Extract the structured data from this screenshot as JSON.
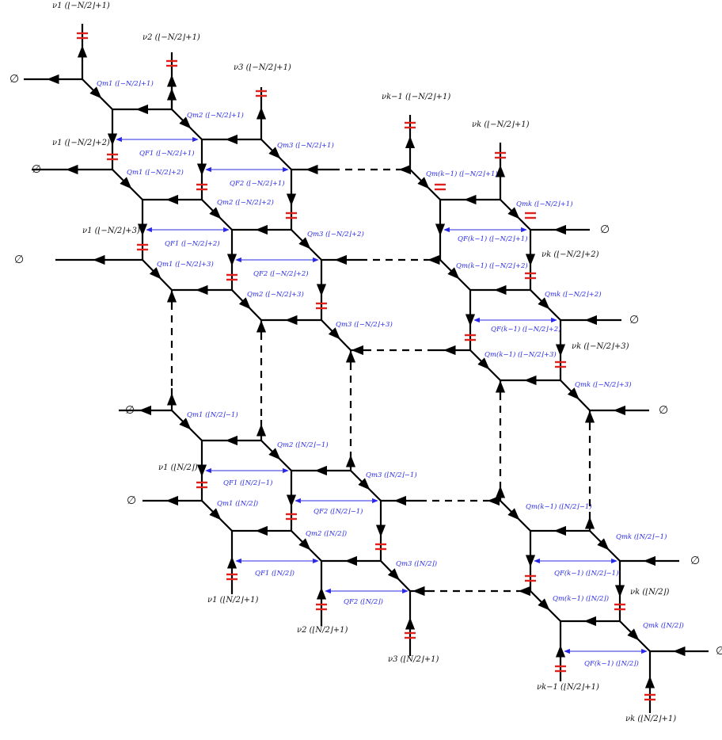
{
  "empty_symbol": "∅",
  "labels": {
    "nu": [
      "ν1 (⌊−N/2⌋+1)",
      "ν2 (⌊−N/2⌋+1)",
      "ν3 (⌊−N/2⌋+1)",
      "νk−1 (⌊−N/2⌋+1)",
      "νk (⌊−N/2⌋+1)",
      "ν1 (⌊−N/2⌋+2)",
      "ν1 (⌊−N/2⌋+3)",
      "νk (⌊−N/2⌋+2)",
      "νk (⌊−N/2⌋+3)",
      "ν1 (⌊N/2⌋)",
      "ν1 (⌊N/2⌋+1)",
      "ν2 (⌊N/2⌋+1)",
      "ν3 (⌊N/2⌋+1)",
      "νk−1 (⌊N/2⌋+1)",
      "νk (⌊N/2⌋)",
      "νk (⌊N/2⌋+1)"
    ],
    "qm": [
      "Qm1 (⌊−N/2⌋+1)",
      "Qm2 (⌊−N/2⌋+1)",
      "Qm3 (⌊−N/2⌋+1)",
      "Qm(k−1) (⌊−N/2⌋+1)",
      "Qmk (⌊−N/2⌋+1)",
      "Qm1 (⌊−N/2⌋+2)",
      "Qm2 (⌊−N/2⌋+2)",
      "Qm3 (⌊−N/2⌋+2)",
      "Qm(k−1) (⌊−N/2⌋+2)",
      "Qmk (⌊−N/2⌋+2)",
      "Qm1 (⌊−N/2⌋+3)",
      "Qm2 (⌊−N/2⌋+3)",
      "Qm3 (⌊−N/2⌋+3)",
      "Qm(k−1) (⌊−N/2⌋+3)",
      "Qmk (⌊−N/2⌋+3)",
      "Qm1 (⌊N/2⌋−1)",
      "Qm2 (⌊N/2⌋−1)",
      "Qm3 (⌊N/2⌋−1)",
      "Qm(k−1) (⌊N/2⌋−1)",
      "Qmk (⌊N/2⌋−1)",
      "Qm1 (⌊N/2⌋)",
      "Qm2 (⌊N/2⌋)",
      "Qm3 (⌊N/2⌋)",
      "Qm(k−1) (⌊N/2⌋)",
      "Qmk (⌊N/2⌋)"
    ],
    "qf": [
      "QF1 (⌊−N/2⌋+1)",
      "QF2 (⌊−N/2⌋+1)",
      "QF(k−1) (⌊−N/2⌋+1)",
      "QF1 (⌊−N/2⌋+2)",
      "QF2 (⌊−N/2⌋+2)",
      "QF(k−1) (⌊−N/2⌋+2)",
      "QF1 (⌊N/2⌋−1)",
      "QF2 (⌊N/2⌋−1)",
      "QF(k−1) (⌊N/2⌋−1)",
      "QF1 (⌊N/2⌋)",
      "QF2 (⌊N/2⌋)",
      "QF(k−1) (⌊N/2⌋)"
    ]
  }
}
